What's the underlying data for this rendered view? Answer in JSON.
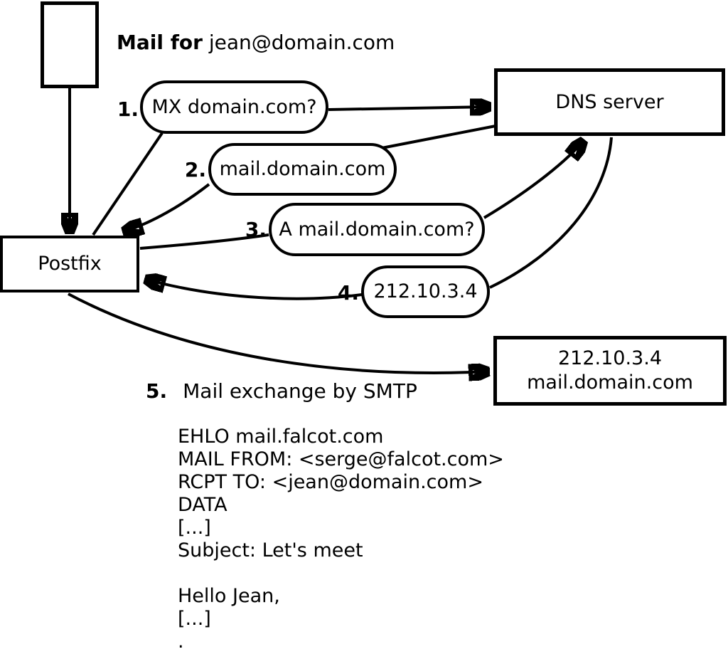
{
  "caption": {
    "bold": "Mail for",
    "rest": " jean@domain.com"
  },
  "nodes": {
    "postfix": {
      "label": "Postfix"
    },
    "dns_server": {
      "label": "DNS server"
    },
    "mail_server": {
      "line1": "212.10.3.4",
      "line2": "mail.domain.com"
    }
  },
  "steps": [
    {
      "number": "1.",
      "label": "MX domain.com?"
    },
    {
      "number": "2.",
      "label": "mail.domain.com"
    },
    {
      "number": "3.",
      "label": "A mail.domain.com?"
    },
    {
      "number": "4.",
      "label": "212.10.3.4"
    },
    {
      "number": "5.",
      "label": "Mail exchange by SMTP"
    }
  ],
  "smtp_session": [
    "EHLO mail.falcot.com",
    "MAIL FROM: <serge@falcot.com>",
    "RCPT TO: <jean@domain.com>",
    "DATA",
    "[...]",
    "Subject: Let's meet",
    "",
    "Hello Jean,",
    "[...]",
    "."
  ],
  "colors": {
    "stroke": "#000000",
    "background": "#ffffff"
  }
}
